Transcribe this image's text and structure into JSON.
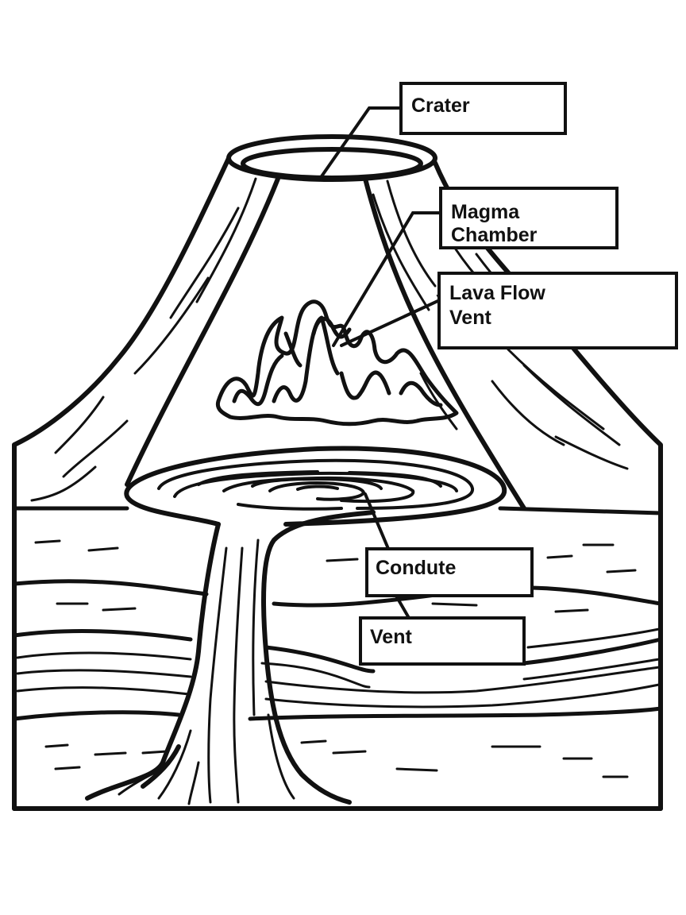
{
  "diagram": {
    "labels": {
      "crater": "Crater",
      "magma_chamber_line1": "Magma",
      "magma_chamber_line2": "Chamber",
      "lava_flow_vent_line1": "Lava Flow",
      "lava_flow_vent_line2": "Vent",
      "condute": "Condute",
      "vent": "Vent"
    },
    "colors": {
      "ink": "#111111",
      "paper": "#ffffff"
    }
  }
}
